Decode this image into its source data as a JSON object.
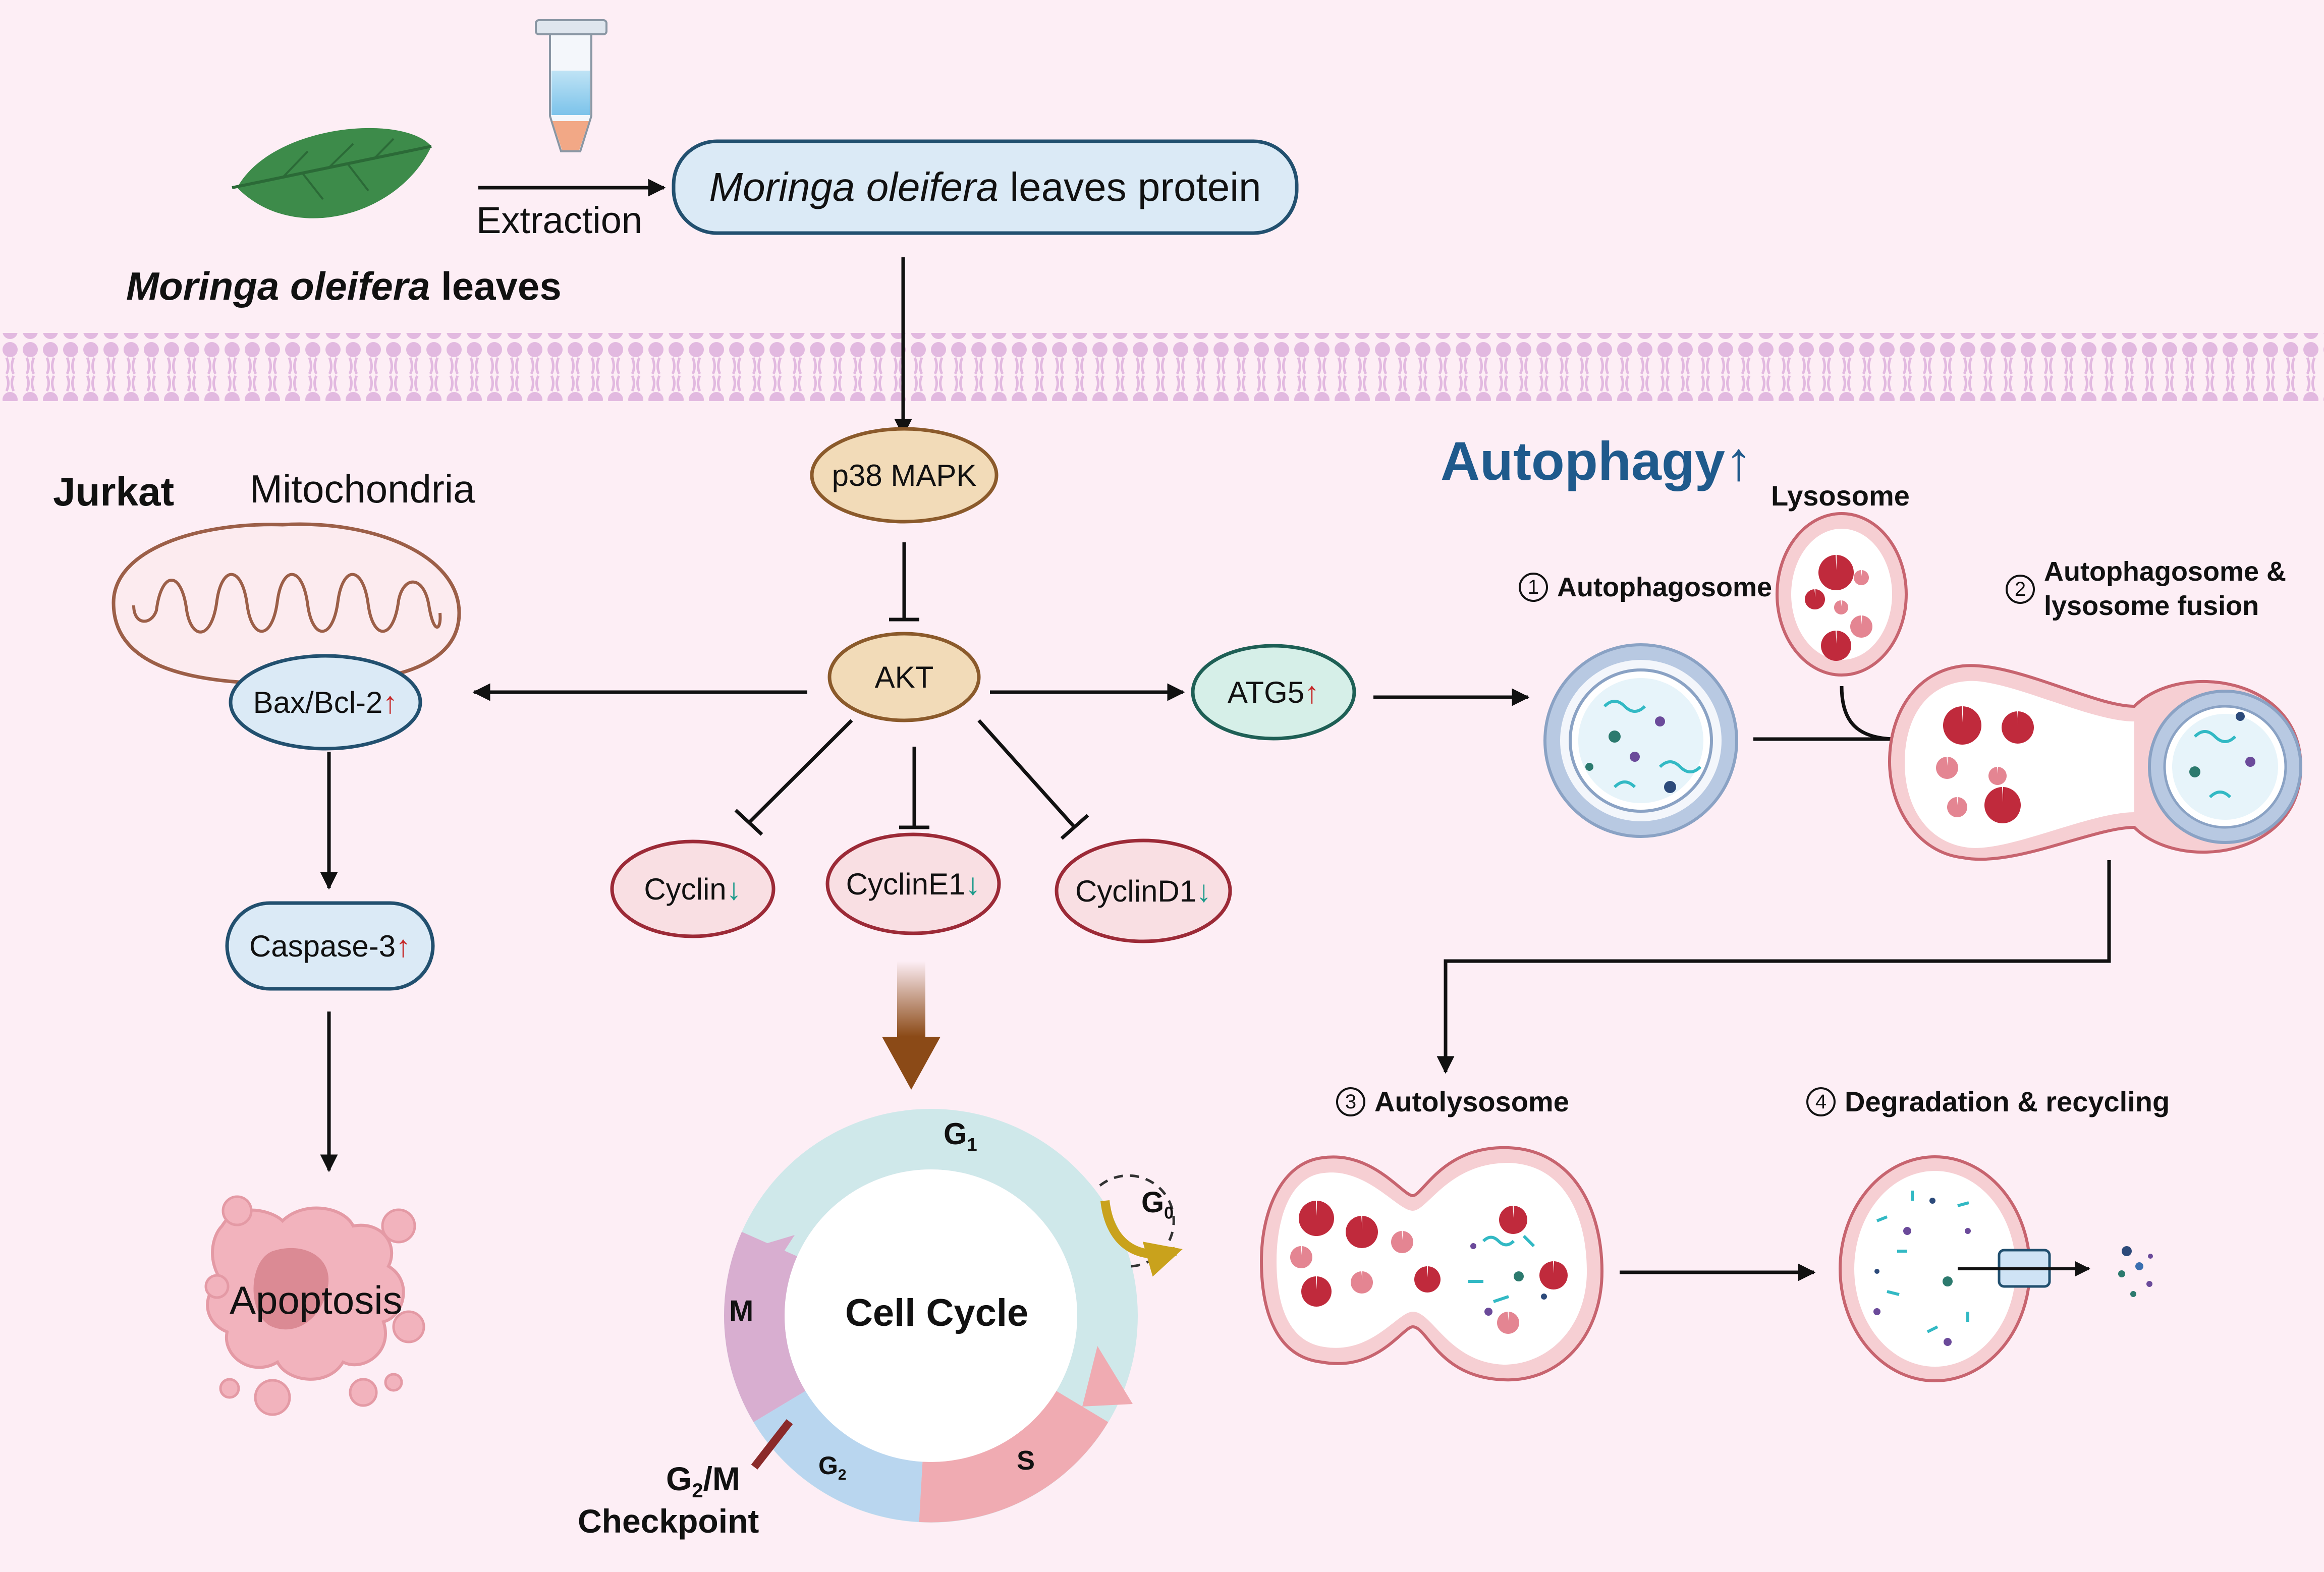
{
  "source": {
    "leaves_label_italic": "Moringa oleifera",
    "leaves_label_rest": " leaves",
    "extraction_label": "Extraction",
    "protein_label_italic": "Moringa oleifera",
    "protein_label_rest": " leaves protein"
  },
  "left": {
    "cell_line": "Jurkat",
    "organelle": "Mitochondria",
    "bax_label": "Bax/Bcl-2",
    "caspase_label": "Caspase-3",
    "apoptosis_label": "Apoptosis",
    "up_arrow": "↑"
  },
  "center": {
    "p38_label": "p38 MAPK",
    "akt_label": "AKT",
    "atg5_label": "ATG5",
    "cyclin_label": "Cyclin",
    "cyclinE1_label": "CyclinE1",
    "cyclinD1_label": "CyclinD1",
    "down_arrow": "↓",
    "up_arrow": "↑"
  },
  "cell_cycle": {
    "title": "Cell Cycle",
    "phases": [
      "G",
      "S",
      "G",
      "M"
    ],
    "g1_sub": "1",
    "g2_sub": "2",
    "g0_main": "G",
    "g0_sub": "0",
    "checkpoint_g": "G",
    "checkpoint_sub": "2",
    "checkpoint_rest": "/M",
    "checkpoint_word": "Checkpoint"
  },
  "autophagy": {
    "title": "Autophagy",
    "title_arrow": "↑",
    "lysosome": "Lysosome",
    "step1_num": "1",
    "step1": "Autophagosome",
    "step2_num": "2",
    "step2_line1": "Autophagosome &",
    "step2_line2": "lysosome fusion",
    "step3_num": "3",
    "step3": "Autolysosome",
    "step4_num": "4",
    "step4": "Degradation & recycling"
  },
  "colors": {
    "background": "#fdeef5",
    "membrane": "#e2b9e0",
    "blue_node": "#dbeaf6",
    "tan_node": "#f2dbb8",
    "green_node": "#d6efe8",
    "pink_node": "#f9dfe3",
    "autophagy_title": "#1f5a8c"
  }
}
